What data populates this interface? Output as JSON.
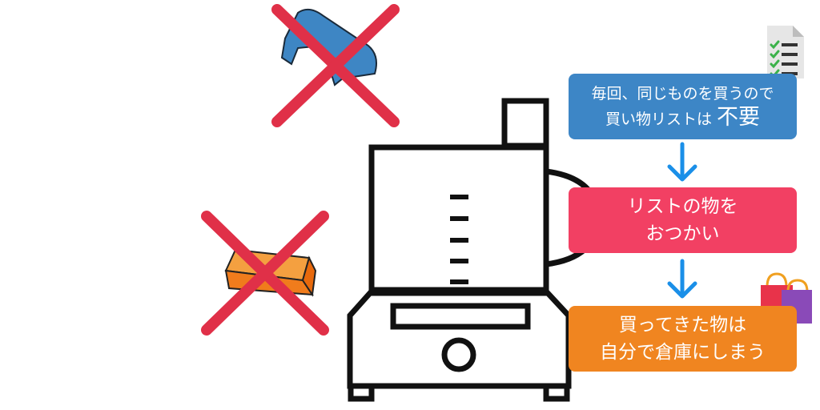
{
  "flow": {
    "step1": {
      "line1": "毎回、同じものを買うので",
      "line2_prefix": "買い物リストは",
      "line2_emphasis": "不要",
      "color": "#3d86c6"
    },
    "step2": {
      "line1": "リストの物を",
      "line2": "おつかい",
      "color": "#f24063"
    },
    "step3": {
      "line1": "買ってきた物は",
      "line2": "自分で倉庫にしまう",
      "color": "#f08520"
    },
    "arrow_color": "#1a8fe8"
  },
  "illustrations": {
    "main": "storage-cabinet-icon",
    "crossed_items": [
      "cloth-icon",
      "box-icon"
    ],
    "cross_color": "#e03048",
    "decorations": [
      "checklist-document-icon",
      "shopping-bags-icon"
    ]
  }
}
